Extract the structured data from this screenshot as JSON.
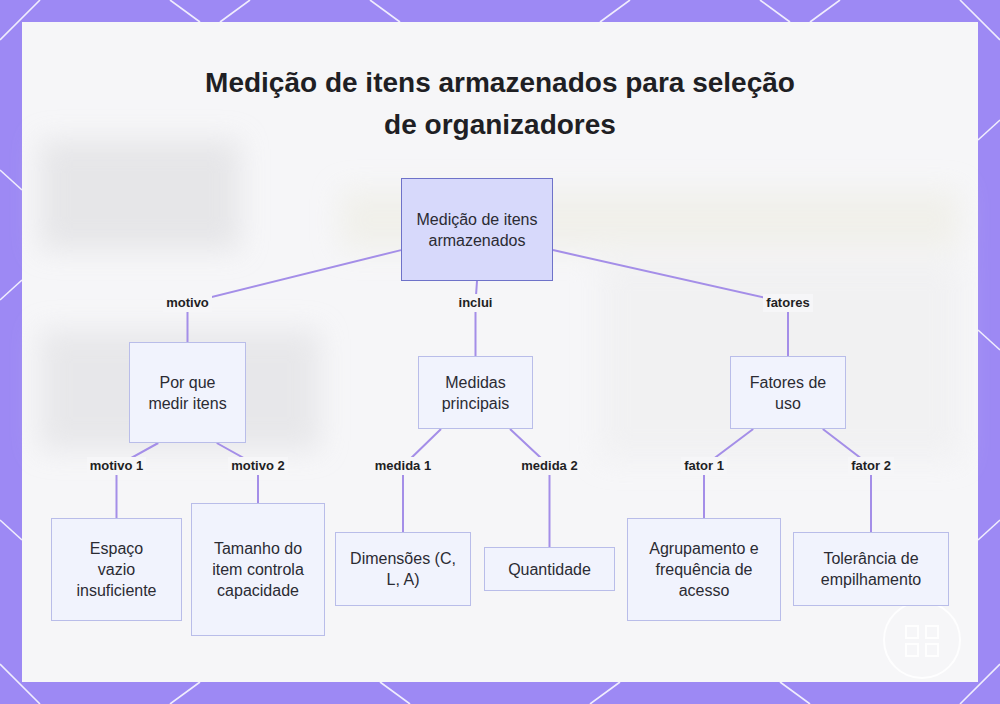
{
  "diagram": {
    "title": "Medição de itens armazenados para seleção de organizadores",
    "nodes": [
      {
        "text": [
          "Medição de itens armazenados"
        ]
      },
      {
        "text": [
          "Por que medir itens"
        ]
      },
      {
        "text": [
          "Medidas principais"
        ]
      },
      {
        "text": [
          "Fatores de uso"
        ]
      },
      {
        "text": [
          "Espaço vazio insuficiente"
        ]
      },
      {
        "text": [
          "Tamanho do item controla capacidade"
        ]
      },
      {
        "text": [
          "Dimensões (C, L, A)"
        ]
      },
      {
        "text": [
          "Quantidade"
        ]
      },
      {
        "text": [
          "Agrupamento e frequência de acesso"
        ]
      },
      {
        "text": [
          "Tolerância de empilhamento"
        ]
      }
    ],
    "edges": [
      {
        "from": 0,
        "to": 1,
        "arrow": "none",
        "label": "motivo"
      },
      {
        "from": 0,
        "to": 2,
        "arrow": "none",
        "label": "inclui"
      },
      {
        "from": 0,
        "to": 3,
        "arrow": "none",
        "label": "fatores"
      },
      {
        "from": 1,
        "to": 4,
        "arrow": "none",
        "label": "motivo 1"
      },
      {
        "from": 1,
        "to": 5,
        "arrow": "none",
        "label": "motivo 2"
      },
      {
        "from": 2,
        "to": 6,
        "arrow": "none",
        "label": "medida 1"
      },
      {
        "from": 2,
        "to": 7,
        "arrow": "none",
        "label": "medida 2"
      },
      {
        "from": 3,
        "to": 8,
        "arrow": "none",
        "label": "fator 1"
      },
      {
        "from": 3,
        "to": 9,
        "arrow": "none",
        "label": "fator 2"
      }
    ]
  }
}
